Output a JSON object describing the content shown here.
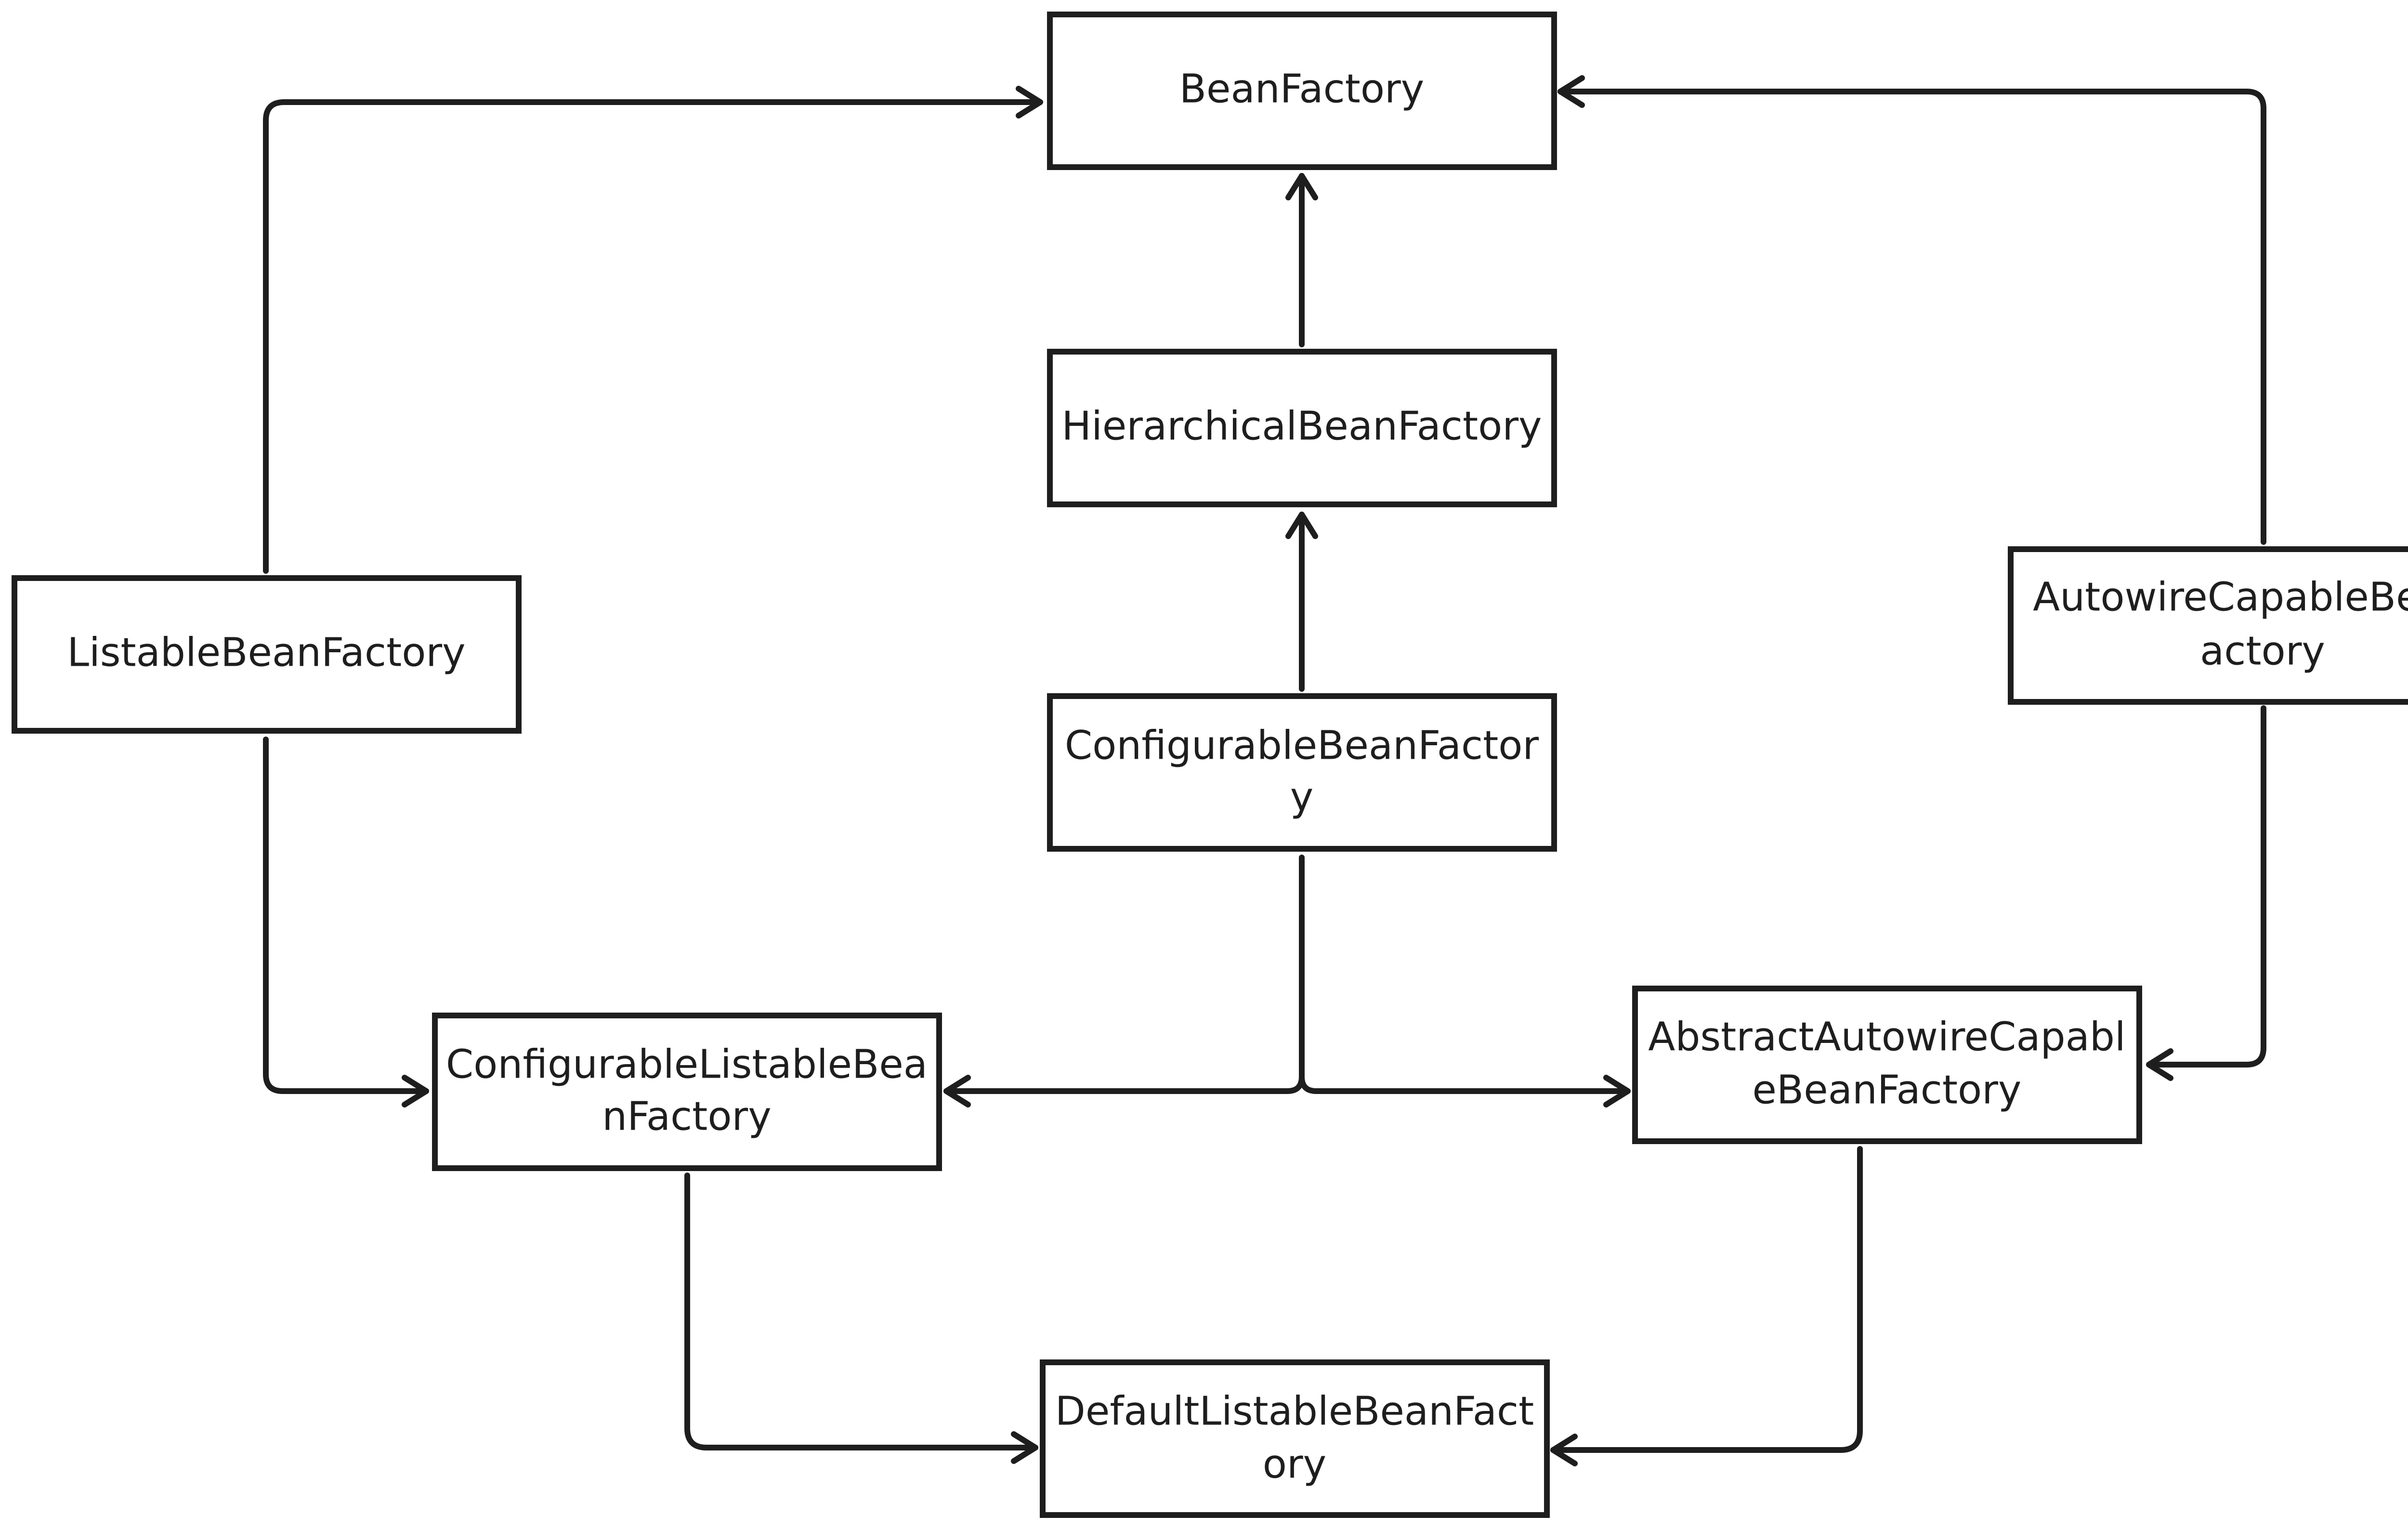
{
  "nodes": {
    "bean_factory": {
      "line1": "BeanFactory",
      "line2": ""
    },
    "hierarchical_bean_factory": {
      "line1": "HierarchicalBeanFactory",
      "line2": ""
    },
    "listable_bean_factory": {
      "line1": "ListableBeanFactory",
      "line2": ""
    },
    "autowire_capable_bean_factory": {
      "line1": "AutowireCapableBeanF",
      "line2": "actory"
    },
    "configurable_bean_factory": {
      "line1": "ConfigurableBeanFactor",
      "line2": "y"
    },
    "configurable_listable_bean_factory": {
      "line1": "ConfigurableListableBea",
      "line2": "nFactory"
    },
    "abstract_autowire_capable_bean_factory": {
      "line1": "AbstractAutowireCapabl",
      "line2": "eBeanFactory"
    },
    "default_listable_bean_factory": {
      "line1": "DefaultListableBeanFact",
      "line2": "ory"
    }
  },
  "edges": [
    {
      "from": "hierarchical_bean_factory",
      "to": "bean_factory"
    },
    {
      "from": "listable_bean_factory",
      "to": "bean_factory"
    },
    {
      "from": "autowire_capable_bean_factory",
      "to": "bean_factory"
    },
    {
      "from": "configurable_bean_factory",
      "to": "hierarchical_bean_factory"
    },
    {
      "from": "listable_bean_factory",
      "to": "configurable_listable_bean_factory"
    },
    {
      "from": "configurable_bean_factory",
      "to": "configurable_listable_bean_factory"
    },
    {
      "from": "configurable_bean_factory",
      "to": "abstract_autowire_capable_bean_factory"
    },
    {
      "from": "autowire_capable_bean_factory",
      "to": "abstract_autowire_capable_bean_factory"
    },
    {
      "from": "configurable_listable_bean_factory",
      "to": "default_listable_bean_factory"
    },
    {
      "from": "abstract_autowire_capable_bean_factory",
      "to": "default_listable_bean_factory"
    }
  ],
  "colors": {
    "stroke": "#1e1e1e",
    "box_fill": "#ffffff",
    "background": "#ffffff"
  }
}
